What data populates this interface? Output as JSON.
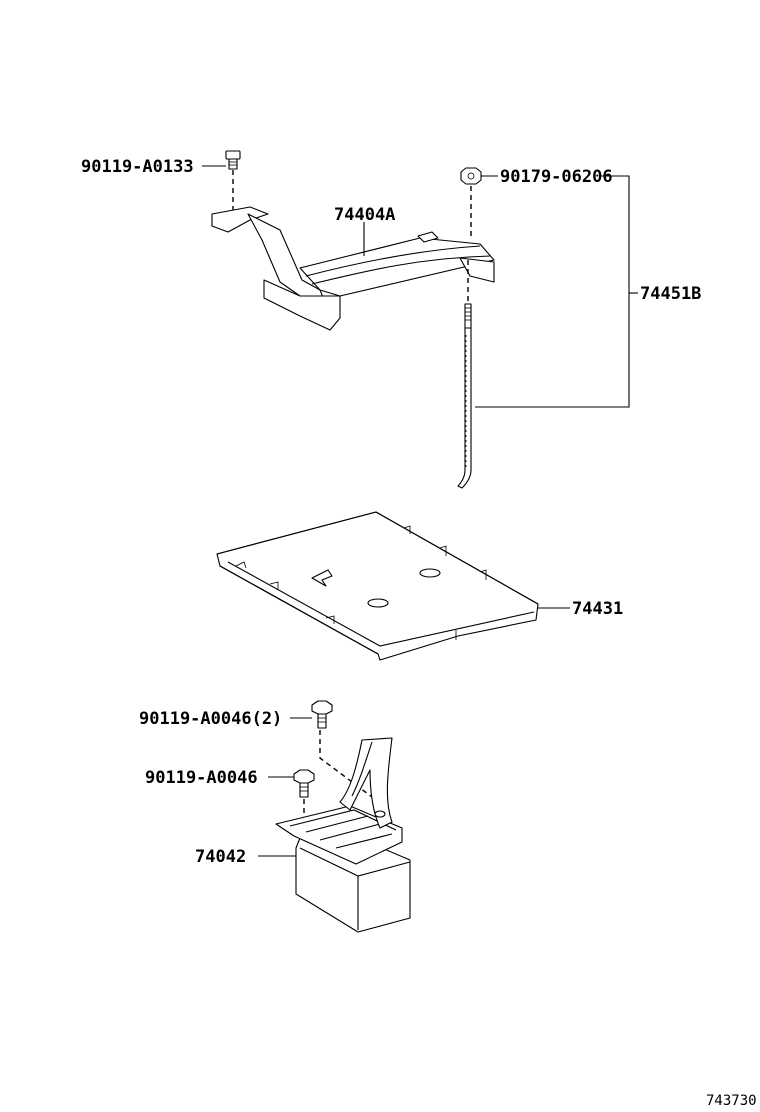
{
  "labels": {
    "bolt_top": "90119-A0133",
    "nut_top": "90179-06206",
    "clamp": "74404A",
    "hold_down_rod": "74451B",
    "tray": "74431",
    "bolt_mid": "90119-A0046(2)",
    "bolt_low": "90119-A0046",
    "carrier": "74042"
  },
  "figure_number": "743730"
}
